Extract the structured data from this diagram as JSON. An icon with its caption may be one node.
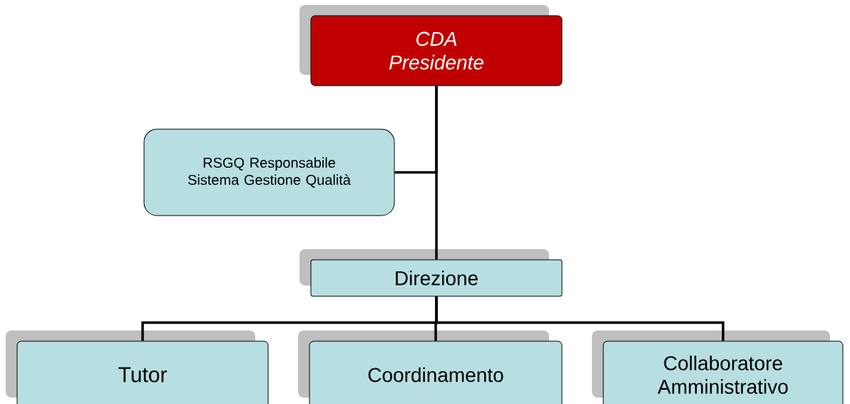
{
  "diagram": {
    "nodes": [
      {
        "text": [
          "CDA Presidente"
        ]
      },
      {
        "text": [
          "RSGQ Responsabile Sistema Gestione Qualità"
        ]
      },
      {
        "text": [
          "Direzione"
        ]
      },
      {
        "text": [
          "Tutor"
        ]
      },
      {
        "text": [
          "Coordinamento"
        ]
      },
      {
        "text": [
          "Collaboratore Amministrativo"
        ]
      }
    ],
    "edges": [
      {
        "from": 0,
        "to": 2,
        "arrow": "none"
      },
      {
        "from": 0,
        "to": 1,
        "arrow": "none"
      },
      {
        "from": 2,
        "to": 3,
        "arrow": "none"
      },
      {
        "from": 2,
        "to": 4,
        "arrow": "none"
      },
      {
        "from": 2,
        "to": 5,
        "arrow": "none"
      }
    ]
  }
}
